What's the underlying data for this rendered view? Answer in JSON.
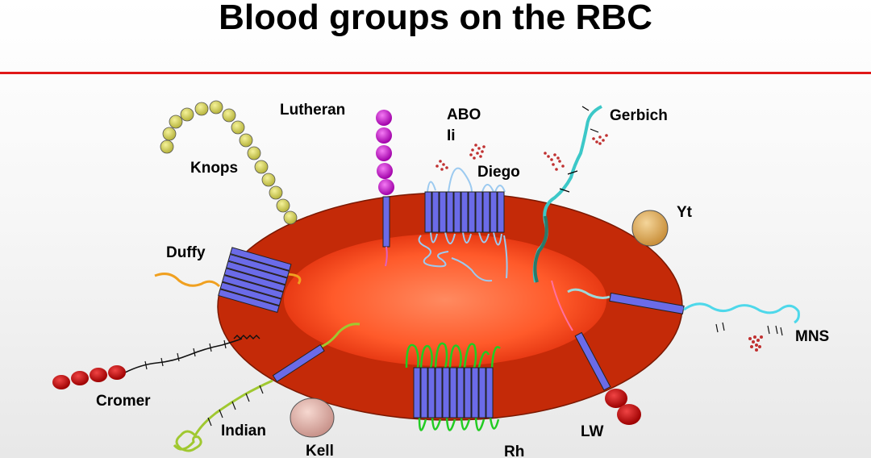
{
  "title": "Blood groups on the RBC",
  "colors": {
    "title_rule": "#e01818",
    "cell_outer": "#c92a08",
    "cell_inner": "#ff6a3d",
    "membrane_protein": "#6b6be8"
  },
  "labels": {
    "lutheran": "Lutheran",
    "abo": "ABO",
    "ii": "Ii",
    "diego": "Diego",
    "gerbich": "Gerbich",
    "knops": "Knops",
    "yt": "Yt",
    "duffy": "Duffy",
    "mns": "MNS",
    "cromer": "Cromer",
    "indian": "Indian",
    "kell": "Kell",
    "rh": "Rh",
    "lw": "LW"
  }
}
